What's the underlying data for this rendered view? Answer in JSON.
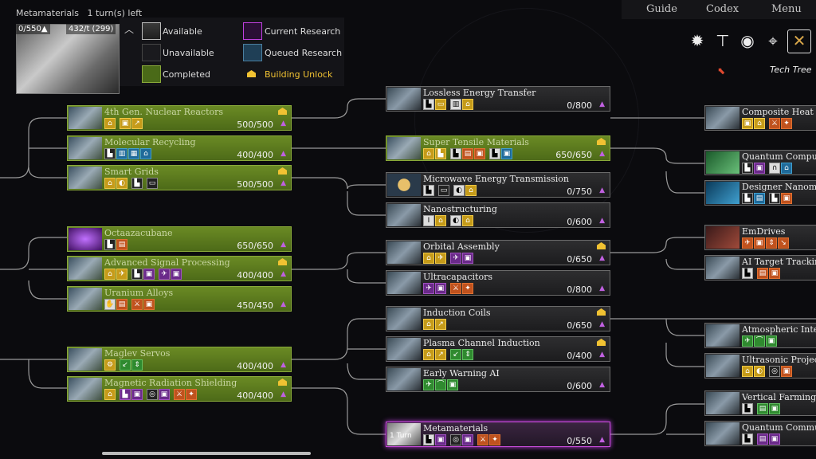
{
  "current_research": {
    "name": "Metamaterials",
    "turns": "1 turn(s) left",
    "progress": "0/550",
    "rate": "432/t (299)"
  },
  "legend": {
    "available": "Available",
    "unavailable": "Unavailable",
    "completed": "Completed",
    "current": "Current Research",
    "queued": "Queued Research",
    "building": "Building Unlock"
  },
  "nav": {
    "guide": "Guide",
    "codex": "Codex",
    "menu": "Menu"
  },
  "tree_label": "Tech Tree",
  "turn_label": "1 Turn",
  "colors": {
    "completed": "#5a7a1e",
    "current": "#d14fe5",
    "queued": "#1f3f56",
    "building": "#f1c232"
  },
  "nodes": [
    {
      "title": "4th Gen. Nuclear Reactors",
      "progress": "500/500"
    },
    {
      "title": "Molecular Recycling",
      "progress": "400/400"
    },
    {
      "title": "Smart Grids",
      "progress": "500/500"
    },
    {
      "title": "Octaazacubane",
      "progress": "650/650"
    },
    {
      "title": "Advanced Signal Processing",
      "progress": "400/400"
    },
    {
      "title": "Uranium Alloys",
      "progress": "450/450"
    },
    {
      "title": "Maglev Servos",
      "progress": "400/400"
    },
    {
      "title": "Magnetic Radiation Shielding",
      "progress": "400/400"
    },
    {
      "title": "Lossless Energy Transfer",
      "progress": "0/800"
    },
    {
      "title": "Super Tensile Materials",
      "progress": "650/650"
    },
    {
      "title": "Microwave Energy Transmission",
      "progress": "0/750"
    },
    {
      "title": "Nanostructuring",
      "progress": "0/600"
    },
    {
      "title": "Orbital Assembly",
      "progress": "0/650"
    },
    {
      "title": "Ultracapacitors",
      "progress": "0/800"
    },
    {
      "title": "Induction Coils",
      "progress": "0/650"
    },
    {
      "title": "Plasma Channel Induction",
      "progress": "0/400"
    },
    {
      "title": "Early Warning AI",
      "progress": "0/600"
    },
    {
      "title": "Metamaterials",
      "progress": "0/550"
    },
    {
      "title": "Composite Heat Ce",
      "progress": ""
    },
    {
      "title": "Quantum Computi",
      "progress": ""
    },
    {
      "title": "Designer Nanomat",
      "progress": ""
    },
    {
      "title": "EmDrives",
      "progress": ""
    },
    {
      "title": "AI Target Tracking",
      "progress": ""
    },
    {
      "title": "Atmospheric Interf",
      "progress": ""
    },
    {
      "title": "Ultrasonic Projecti",
      "progress": ""
    },
    {
      "title": "Vertical Farming",
      "progress": ""
    },
    {
      "title": "Quantum Commu",
      "progress": ""
    }
  ]
}
